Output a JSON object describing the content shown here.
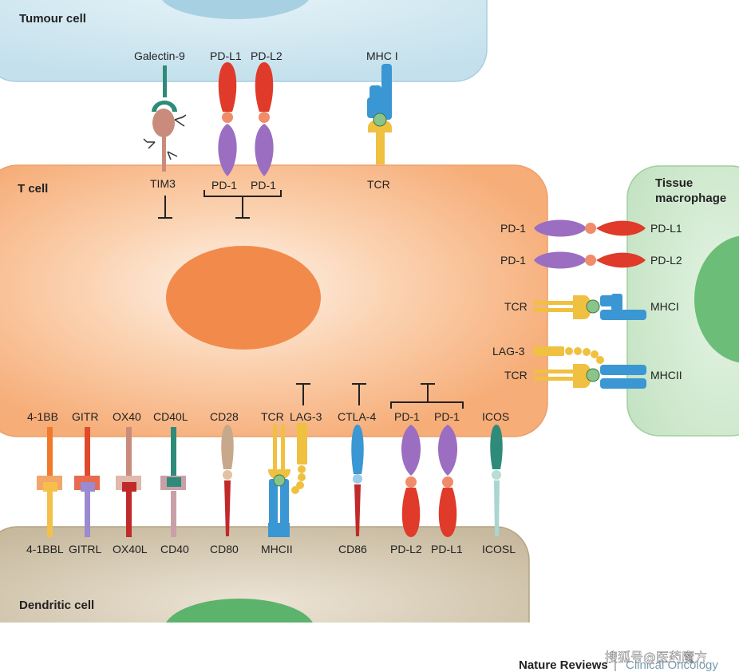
{
  "cells": {
    "tumour": "Tumour cell",
    "t_cell": "T cell",
    "macrophage_line1": "Tissue",
    "macrophage_line2": "macrophage",
    "dendritic": "Dendritic cell"
  },
  "top_labels": {
    "galectin9": "Galectin-9",
    "pdl1": "PD-L1",
    "pdl2": "PD-L2",
    "mhc1": "MHC I",
    "tim3": "TIM3",
    "pd1_a": "PD-1",
    "pd1_b": "PD-1",
    "tcr": "TCR"
  },
  "right_labels": {
    "pd1_1": "PD-1",
    "pdl1": "PD-L1",
    "pd1_2": "PD-1",
    "pdl2": "PD-L2",
    "tcr_1": "TCR",
    "mhci": "MHCI",
    "lag3": "LAG-3",
    "tcr_2": "TCR",
    "mhcii": "MHCII"
  },
  "bottom_receptors": [
    "4-1BB",
    "GITR",
    "OX40",
    "CD40L",
    "CD28",
    "TCR",
    "LAG-3",
    "CTLA-4",
    "PD-1",
    "PD-1",
    "ICOS"
  ],
  "bottom_ligands": [
    "4-1BBL",
    "GITRL",
    "OX40L",
    "CD40",
    "CD80",
    "MHCII",
    "CD86",
    "PD-L2",
    "PD-L1",
    "ICOSL"
  ],
  "credit": {
    "journal": "Nature Reviews",
    "separator": " | ",
    "section": "Clinical Oncology",
    "watermark": "搜狐号@医药魔方"
  },
  "colors": {
    "tumour": "#cfe6ef",
    "t_cell": "#f7b07e",
    "nucleus": "#f08a4f",
    "macrophage": "#cde8cc",
    "dendritic": "#c9bca2",
    "pd1": "#9b6ec2",
    "pdl": "#e03a2a",
    "mhc": "#3b97d3",
    "tcr": "#f0c040",
    "galectin": "#2e8b7a",
    "tim3": "#c98c7c"
  }
}
